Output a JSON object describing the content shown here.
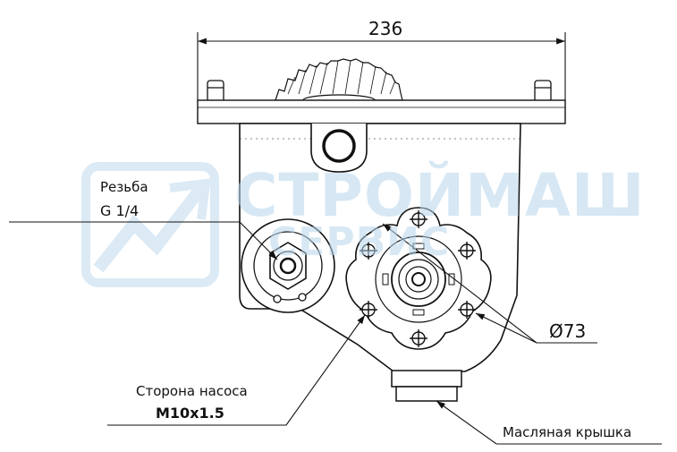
{
  "dimensions": {
    "overall_width": "236",
    "diameter": "Ø73"
  },
  "callouts": {
    "thread_title": "Резьба",
    "thread_value": "G 1/4",
    "pump_side_title": "Сторона насоса",
    "pump_side_value": "M10x1.5",
    "oil_cap": "Масляная крышка"
  },
  "watermark": {
    "line1": "СТРОЙМАШ",
    "line2": "СЕРВИС"
  },
  "colors": {
    "line": "#111111",
    "watermark": "#b8d7ec"
  }
}
